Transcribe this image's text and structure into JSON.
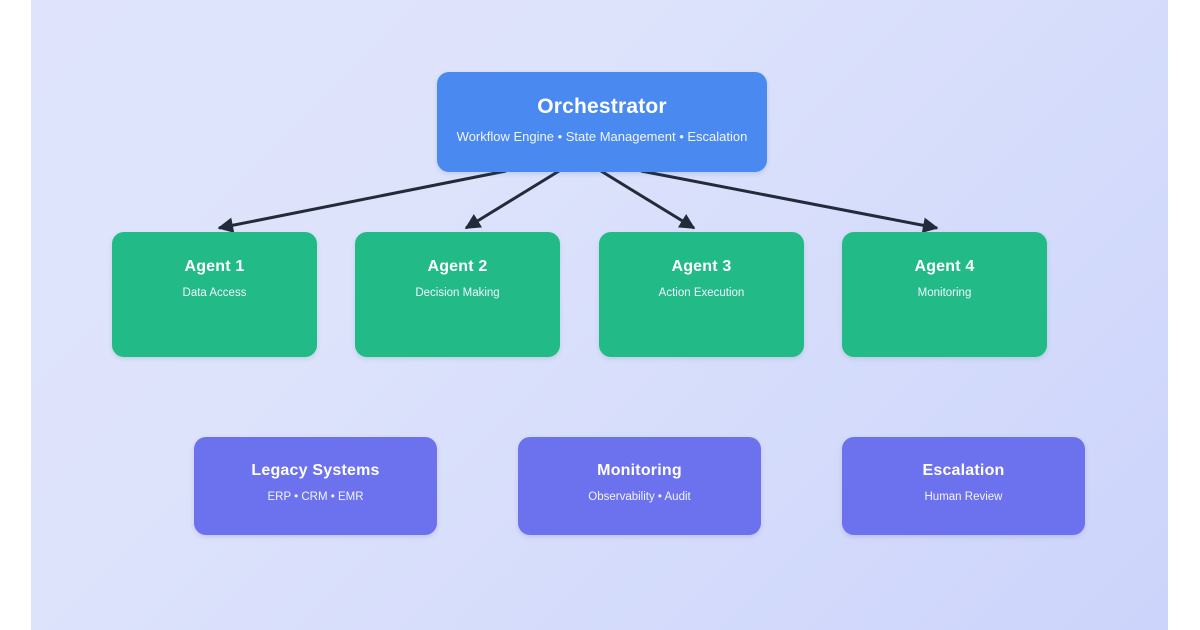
{
  "canvas": {
    "background_from": "#dfe4fc",
    "background_to": "#ccd4fb",
    "page_background": "#ffffff"
  },
  "diagram": {
    "type": "hierarchy-architecture",
    "edge_color": "#222b3a",
    "tiers": [
      {
        "tier_name": "orchestration",
        "color": "#4a8af0",
        "nodes": [
          {
            "id": "orchestrator",
            "title": "Orchestrator",
            "subtitle": "Workflow Engine • State Management • Escalation"
          }
        ]
      },
      {
        "tier_name": "agents",
        "color": "#22ba87",
        "nodes": [
          {
            "id": "agent-1",
            "title": "Agent 1",
            "subtitle": "Data Access"
          },
          {
            "id": "agent-2",
            "title": "Agent 2",
            "subtitle": "Decision Making"
          },
          {
            "id": "agent-3",
            "title": "Agent 3",
            "subtitle": "Action Execution"
          },
          {
            "id": "agent-4",
            "title": "Agent 4",
            "subtitle": "Monitoring"
          }
        ]
      },
      {
        "tier_name": "support",
        "color": "#6c72ee",
        "nodes": [
          {
            "id": "legacy-systems",
            "title": "Legacy Systems",
            "subtitle": "ERP • CRM • EMR"
          },
          {
            "id": "monitoring",
            "title": "Monitoring",
            "subtitle": "Observability • Audit"
          },
          {
            "id": "escalation",
            "title": "Escalation",
            "subtitle": "Human Review"
          }
        ]
      }
    ],
    "edges": [
      {
        "id": "edge-orchestrator-agent-1",
        "from": "orchestrator",
        "to": "agent-1"
      },
      {
        "id": "edge-orchestrator-agent-2",
        "from": "orchestrator",
        "to": "agent-2"
      },
      {
        "id": "edge-orchestrator-agent-3",
        "from": "orchestrator",
        "to": "agent-3"
      },
      {
        "id": "edge-orchestrator-agent-4",
        "from": "orchestrator",
        "to": "agent-4"
      }
    ]
  }
}
